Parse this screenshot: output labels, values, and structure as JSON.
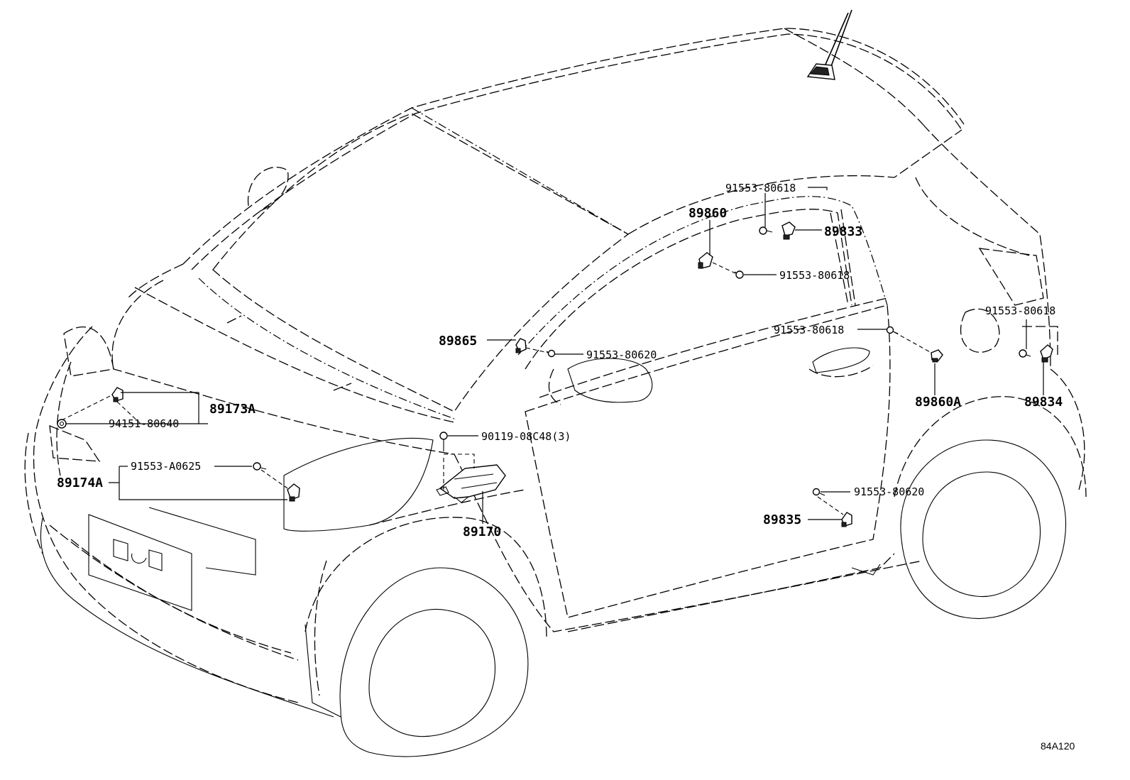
{
  "diagram_code": "84A120",
  "labels": {
    "p_91553_80618_a": "91553-80618",
    "p_89860": "89860",
    "p_89833": "89833",
    "p_91553_80618_b": "91553-80618",
    "p_91553_80618_c": "91553-80618",
    "p_91553_80618_d": "91553-80618",
    "p_89865": "89865",
    "p_91553_80620_a": "91553-80620",
    "p_89173a": "89173A",
    "p_94151_80640": "94151-80640",
    "p_90119_08c48": "90119-08C48(3)",
    "p_91553_a0625": "91553-A0625",
    "p_89174a": "89174A",
    "p_89860a": "89860A",
    "p_89834": "89834",
    "p_91553_80620_b": "91553-80620",
    "p_89835": "89835",
    "p_89170": "89170"
  }
}
